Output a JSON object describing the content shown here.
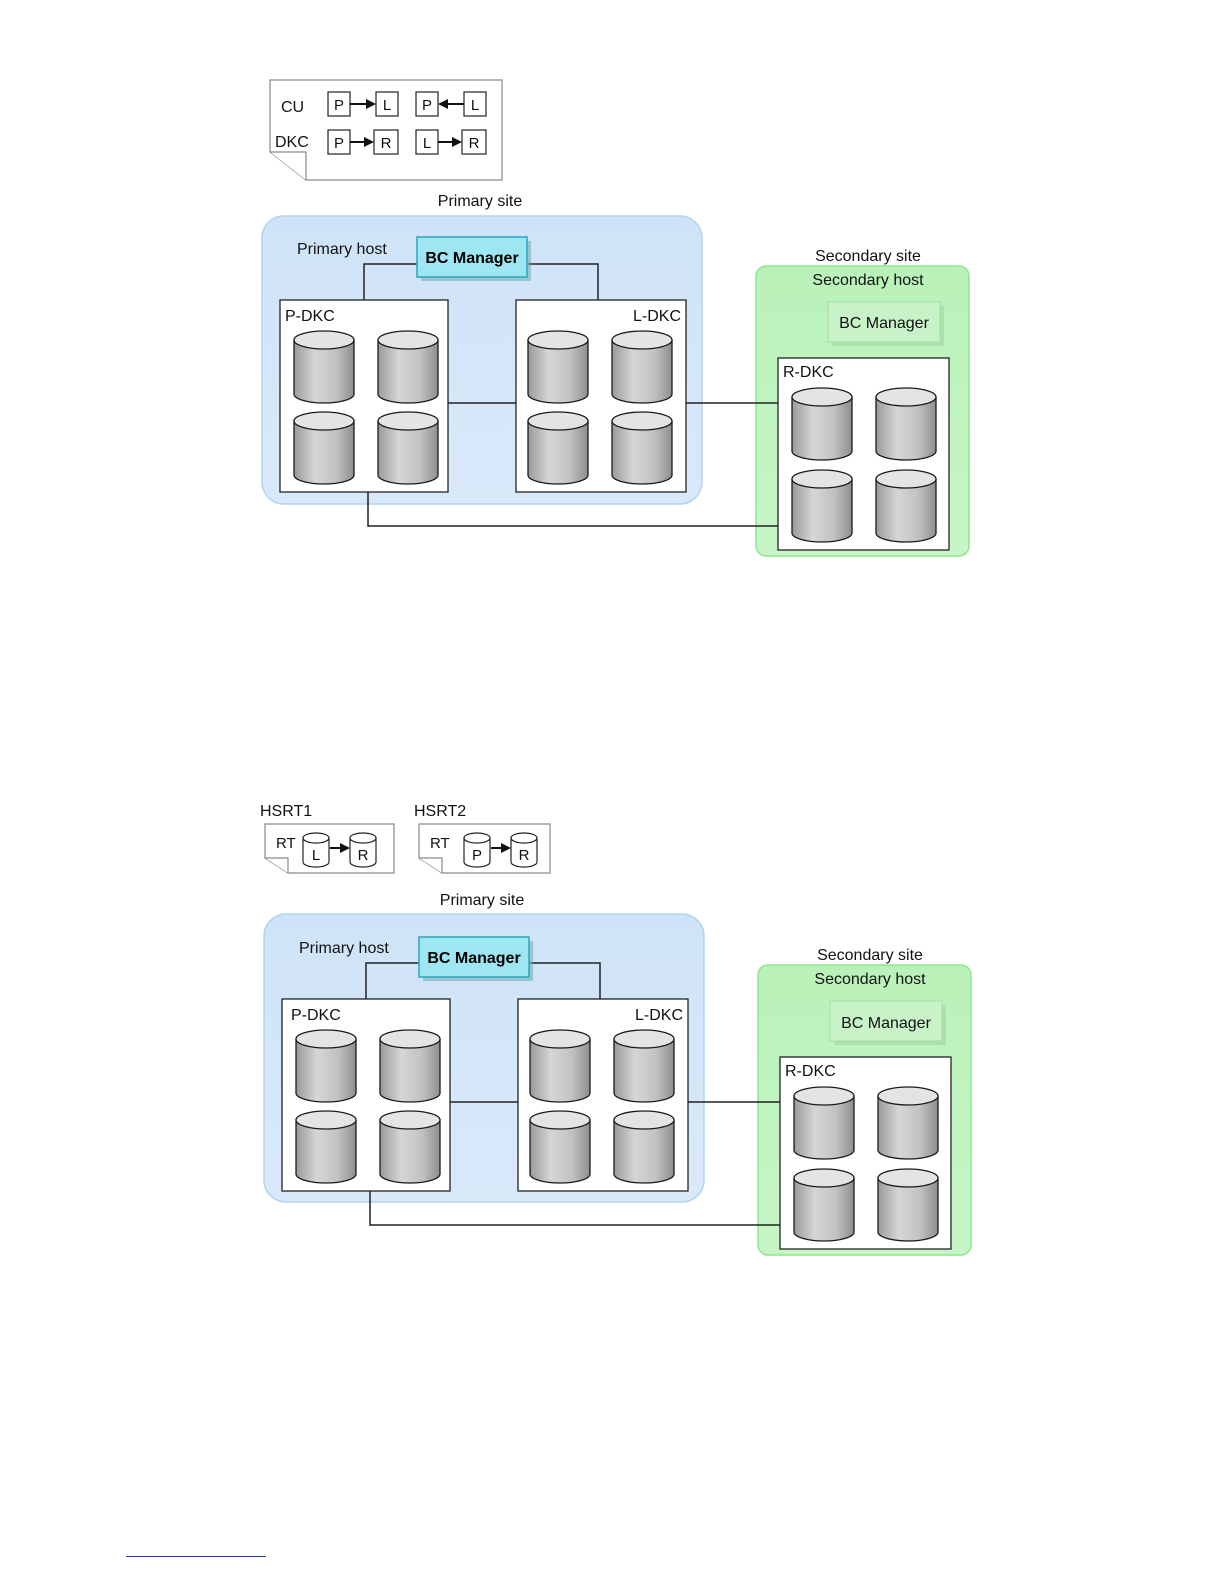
{
  "figure1": {
    "legend": {
      "row_cu": {
        "label": "CU",
        "pairs": [
          {
            "from": "P",
            "to": "L",
            "direction": "right"
          },
          {
            "from": "P",
            "to": "L",
            "direction": "left"
          }
        ]
      },
      "row_dkc": {
        "label": "DKC",
        "pairs": [
          {
            "from": "P",
            "to": "R",
            "direction": "right"
          },
          {
            "from": "L",
            "to": "R",
            "direction": "right"
          }
        ]
      }
    },
    "primary_site_label": "Primary site",
    "primary_host_label": "Primary host",
    "bc_manager_primary": "BC Manager",
    "p_dkc_label": "P-DKC",
    "l_dkc_label": "L-DKC",
    "secondary_site_label": "Secondary site",
    "secondary_host_label": "Secondary host",
    "bc_manager_secondary": "BC Manager",
    "r_dkc_label": "R-DKC"
  },
  "figure2": {
    "route_lists": [
      {
        "name": "HSRT1",
        "label": "RT",
        "from": "L",
        "to": "R"
      },
      {
        "name": "HSRT2",
        "label": "RT",
        "from": "P",
        "to": "R"
      }
    ],
    "primary_site_label": "Primary site",
    "primary_host_label": "Primary host",
    "bc_manager_primary": "BC Manager",
    "p_dkc_label": "P-DKC",
    "l_dkc_label": "L-DKC",
    "secondary_site_label": "Secondary site",
    "secondary_host_label": "Secondary host",
    "bc_manager_secondary": "BC Manager",
    "r_dkc_label": "R-DKC"
  },
  "colors": {
    "primary_site_fill": "#cfe3f8",
    "secondary_site_fill": "#b9f2b9",
    "bc_manager_accent": "#9ee7f2",
    "cylinder_fill": "#c4c4c4"
  }
}
